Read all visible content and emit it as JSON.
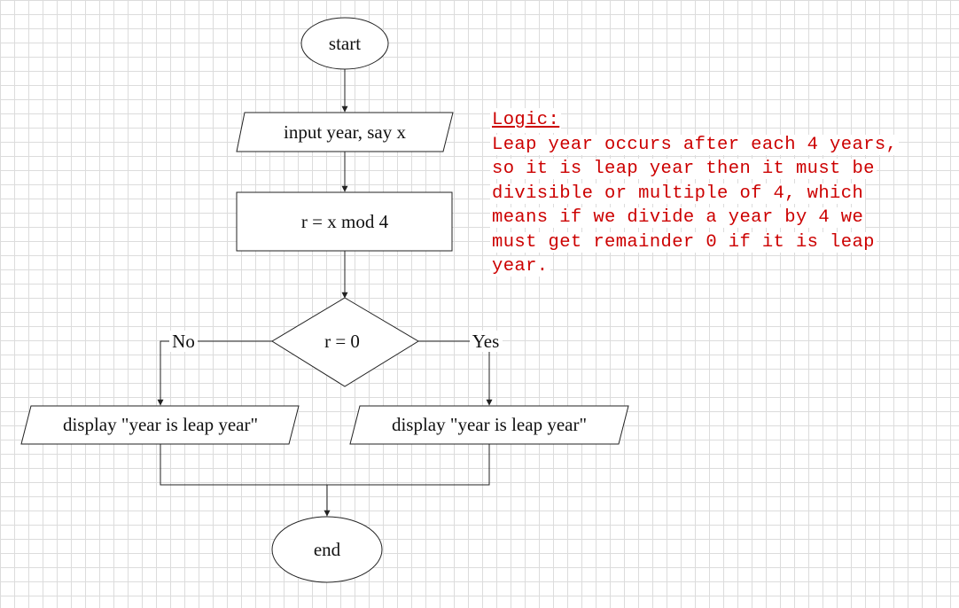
{
  "flowchart": {
    "start": "start",
    "input": "input year, say x",
    "process": "r = x mod 4",
    "decision": "r = 0",
    "branch_no": "No",
    "branch_yes": "Yes",
    "output_left": "display \"year is leap year\"",
    "output_right": "display \"year is leap year\"",
    "end": "end"
  },
  "logic": {
    "title": "Logic:",
    "lines": [
      "Leap year occurs after each 4 years,",
      "so it is leap year then it must be",
      "divisible or multiple of 4, which",
      "means if we divide a year by 4 we",
      "must get remainder 0 if it is leap",
      "year."
    ]
  },
  "colors": {
    "background": "#ffffff",
    "grid": "#dcdcdc",
    "stroke": "#222222",
    "logic_text": "#cc0000"
  }
}
